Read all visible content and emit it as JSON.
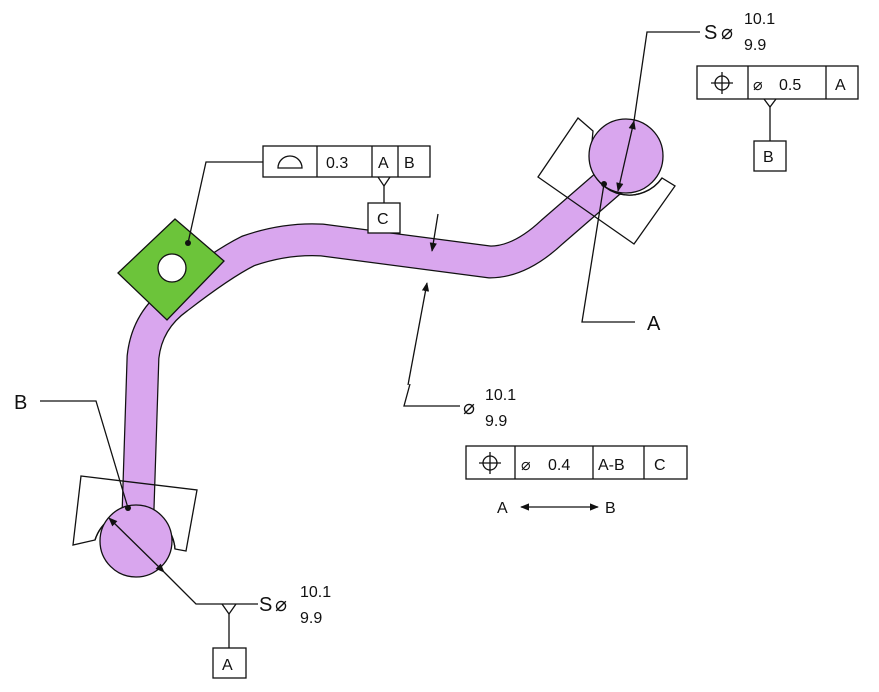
{
  "colors": {
    "tube": "#d9a6ee",
    "bracket": "#6cc43a",
    "line": "#111111"
  },
  "top_ball": {
    "prefix": "S",
    "symbol": "⌀",
    "upper": "10.1",
    "lower": "9.9"
  },
  "top_fcf": {
    "cells": [
      {
        "kind": "position-icon"
      },
      {
        "symbol": "⌀",
        "value": "0.5"
      },
      {
        "text": "A"
      }
    ],
    "datum": "B"
  },
  "profile_fcf": {
    "cells": [
      {
        "kind": "profile-of-surface-icon"
      },
      {
        "text": "0.3"
      },
      {
        "text": "A"
      },
      {
        "text": "B"
      }
    ],
    "datum": "C"
  },
  "tube_dim": {
    "symbol": "⌀",
    "upper": "10.1",
    "lower": "9.9"
  },
  "tube_fcf": {
    "cells": [
      {
        "kind": "position-icon"
      },
      {
        "symbol": "⌀",
        "value": "0.4"
      },
      {
        "text": "A-B"
      },
      {
        "text": "C"
      }
    ],
    "between": {
      "from": "A",
      "to": "B"
    }
  },
  "bottom_ball": {
    "prefix": "S",
    "symbol": "⌀",
    "upper": "10.1",
    "lower": "9.9",
    "datum": "A"
  },
  "labels": {
    "leader_a": "A",
    "leader_b": "B"
  }
}
